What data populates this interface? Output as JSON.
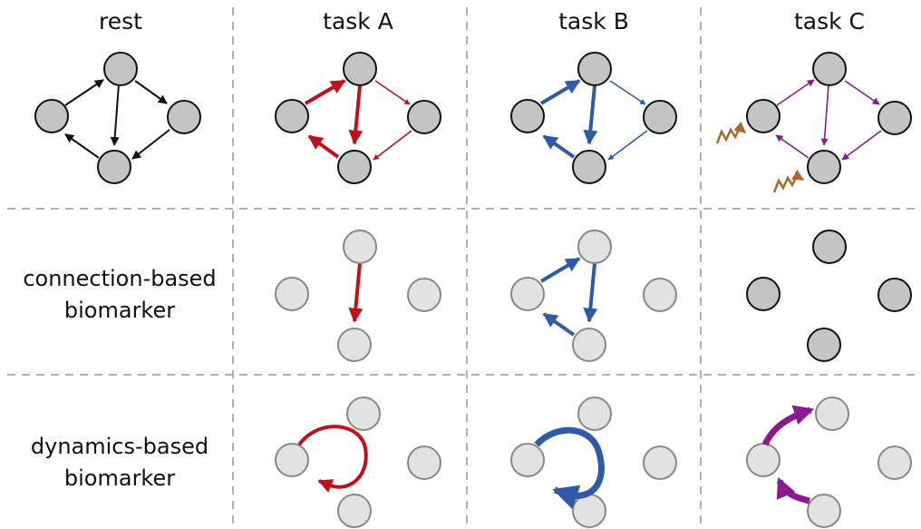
{
  "headers": {
    "rest": "rest",
    "task_a": "task A",
    "task_b": "task B",
    "task_c": "task C"
  },
  "row_labels": {
    "connection": {
      "line1": "connection-based",
      "line2": "biomarker"
    },
    "dynamics": {
      "line1": "dynamics-based",
      "line2": "biomarker"
    }
  },
  "colors": {
    "black": "#111111",
    "task_a_red": "#c0101c",
    "task_b_blue": "#2e5aa8",
    "task_c_purple": "#8a1a8e",
    "input_orange": "#a86a2c",
    "node_dark_fill": "#c4c4c4",
    "node_light_fill": "#e2e2e2",
    "grid_dash": "#b0b0b0"
  },
  "icons": [
    "arrow-head-icon",
    "zigzag-input-icon",
    "node-circle-icon"
  ]
}
